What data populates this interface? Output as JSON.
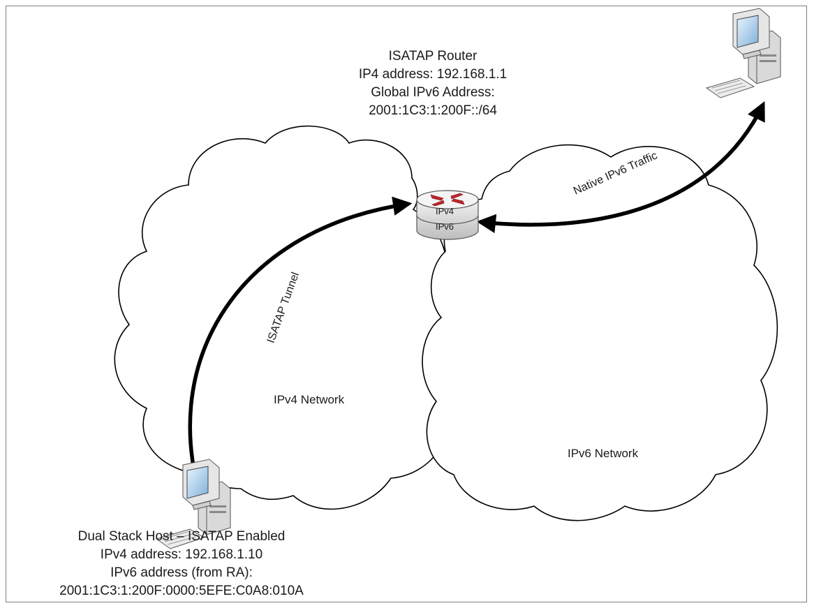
{
  "router": {
    "title": "ISATAP Router",
    "ipv4": "IP4 address: 192.168.1.1",
    "ipv6_heading": "Global IPv6 Address:",
    "ipv6_prefix": "2001:1C3:1:200F::/64",
    "layer_top": "IPv4",
    "layer_bottom": "IPv6"
  },
  "host": {
    "title": "Dual Stack Host – ISATAP Enabled",
    "ipv4": "IPv4 address: 192.168.1.10",
    "ipv6_heading": "IPv6 address (from RA):",
    "ipv6_address": "2001:1C3:1:200F:0000:5EFE:C0A8:010A"
  },
  "networks": {
    "ipv4": "IPv4 Network",
    "ipv6": "IPv6 Network"
  },
  "links": {
    "tunnel": "ISATAP Tunnel",
    "native": "Native IPv6 Traffic"
  },
  "colors": {
    "cloud_stroke": "#000000",
    "arrow": "#000000",
    "router_arrows": "#c0262d",
    "computer_body": "#e6e6e6"
  },
  "icons": {
    "router": "router-icon",
    "host": "desktop-computer-icon",
    "remote": "desktop-computer-icon"
  }
}
